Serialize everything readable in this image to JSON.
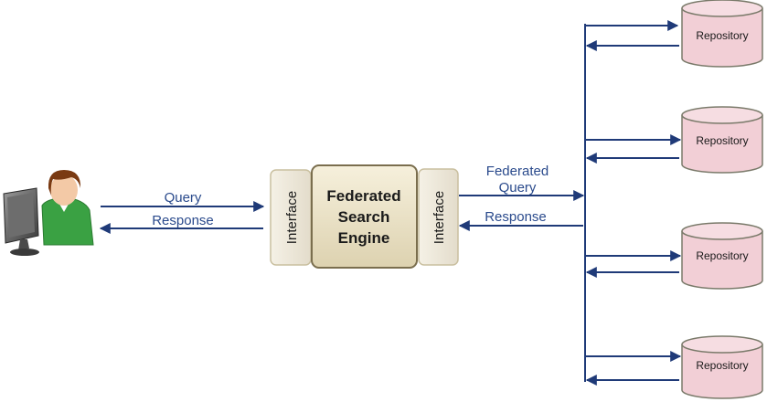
{
  "diagram": {
    "query_label": "Query",
    "response_label_left": "Response",
    "engine": {
      "line1": "Federated",
      "line2": "Search",
      "line3": "Engine"
    },
    "interface_left": "Interface",
    "interface_right": "Interface",
    "federated_query_line1": "Federated",
    "federated_query_line2": "Query",
    "response_label_right": "Response",
    "repositories": [
      {
        "label": "Repository"
      },
      {
        "label": "Repository"
      },
      {
        "label": "Repository"
      },
      {
        "label": "Repository"
      }
    ]
  },
  "colors": {
    "arrow": "#1f3a78",
    "label_text": "#2a4a8c",
    "repo_fill": "#f2cfd6",
    "repo_stroke": "#7a7a6a",
    "engine_fill": "#ebe3c9",
    "interface_fill": "#efeade",
    "person_shirt": "#3aa143",
    "person_hair": "#7a3a12"
  },
  "icons": {
    "user": "user-at-computer-icon"
  }
}
